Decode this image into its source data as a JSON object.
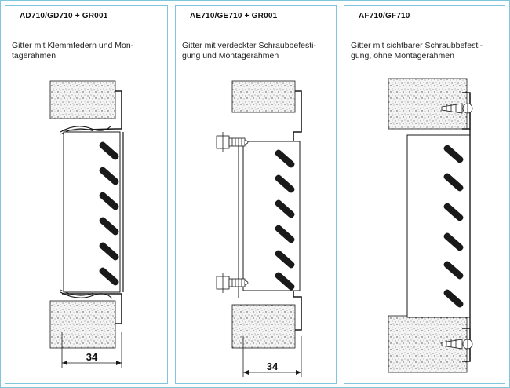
{
  "panels": [
    {
      "title": "AD710/GD710 + GR001",
      "description_line1": "Gitter mit Klemmfedern und Mon-",
      "description_line2": "tagerahmen",
      "dimension": "34"
    },
    {
      "title": "AE710/GE710 + GR001",
      "description_line1": "Gitter mit verdeckter Schraubbefesti-",
      "description_line2": "gung und Montagerahmen",
      "dimension": "34"
    },
    {
      "title": "AF710/GF710",
      "description_line1": "Gitter mit sichtbarer Schraubbefesti-",
      "description_line2": "gung, ohne Montagerahmen"
    }
  ],
  "colors": {
    "frame_border": "#7fc6dc",
    "line": "#1a1a1a",
    "wall_fill": "#f4f4f4"
  }
}
